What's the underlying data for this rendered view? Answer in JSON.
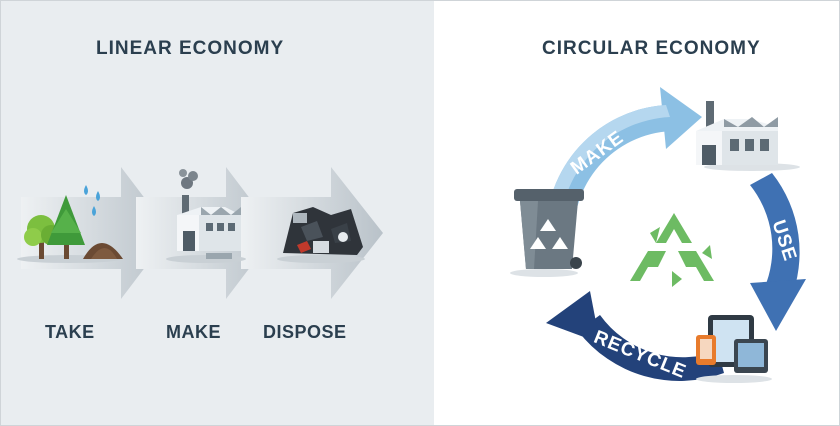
{
  "linear": {
    "title": "LINEAR ECONOMY",
    "steps": [
      {
        "label": "TAKE",
        "icon": "trees-water-soil-icon"
      },
      {
        "label": "MAKE",
        "icon": "factory-icon"
      },
      {
        "label": "DISPOSE",
        "icon": "waste-pile-icon"
      }
    ]
  },
  "circular": {
    "title": "CIRCULAR ECONOMY",
    "stages": [
      {
        "label": "MAKE",
        "icon": "factory-icon"
      },
      {
        "label": "USE",
        "icon": "electronics-icon"
      },
      {
        "label": "RECYCLE",
        "icon": "recycling-bin-icon"
      }
    ],
    "center_icon": "recycle-symbol-icon"
  },
  "colors": {
    "left_background": "#e9edf0",
    "title_text": "#2b3f4f",
    "arrow_light": "#e3e7ea",
    "arrow_dark": "#b7c0c7",
    "make_arrow": "#6aa9d8",
    "use_arrow": "#2f5f9e",
    "recycle_arrow": "#1f3f73",
    "recycle_symbol": "#6dbb63"
  }
}
